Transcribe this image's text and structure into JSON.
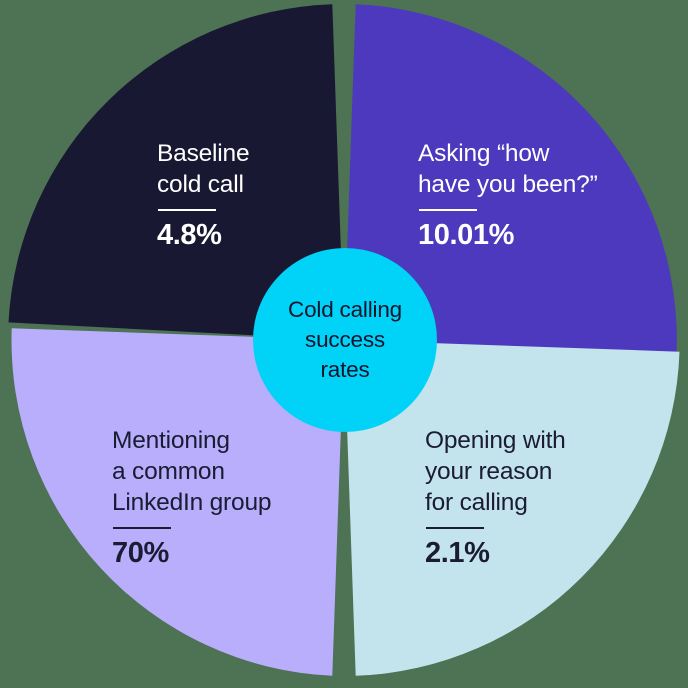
{
  "background_color": "#4d7254",
  "center": {
    "label": "Cold calling\nsuccess\nrates",
    "fill": "#00d2f8",
    "text_color": "#14142b"
  },
  "chart_data": {
    "type": "pie",
    "title": "Cold calling success rates",
    "xlabel": "",
    "ylabel": "",
    "categories": [
      "Baseline cold call",
      "Asking “how have you been?”",
      "Opening with your reason for calling",
      "Mentioning a common LinkedIn group"
    ],
    "values": [
      4.8,
      10.01,
      2.1,
      70
    ],
    "value_labels": [
      "4.8%",
      "10.01%",
      "2.1%",
      "70%"
    ],
    "unit": "percent",
    "legend_position": "in-slice",
    "grid": false,
    "note": "Equal-area quadrants; slice size is decorative, not proportional to value.",
    "slices": [
      {
        "id": "baseline",
        "label": "Baseline\ncold call",
        "value_label": "4.8%",
        "value": 4.8,
        "fill": "#181833",
        "text_color": "#ffffff",
        "quadrant": "top-left"
      },
      {
        "id": "asking",
        "label": "Asking “how\nhave you been?”",
        "value_label": "10.01%",
        "value": 10.01,
        "fill": "#4c39bd",
        "text_color": "#ffffff",
        "quadrant": "top-right"
      },
      {
        "id": "mentioning",
        "label": "Mentioning\na common\nLinkedIn group",
        "value_label": "70%",
        "value": 70,
        "fill": "#b8aefb",
        "text_color": "#1b1b33",
        "quadrant": "bottom-left"
      },
      {
        "id": "opening",
        "label": "Opening with\nyour reason\nfor calling",
        "value_label": "2.1%",
        "value": 2.1,
        "fill": "#c3e4ec",
        "text_color": "#1b1b33",
        "quadrant": "bottom-right"
      }
    ]
  }
}
